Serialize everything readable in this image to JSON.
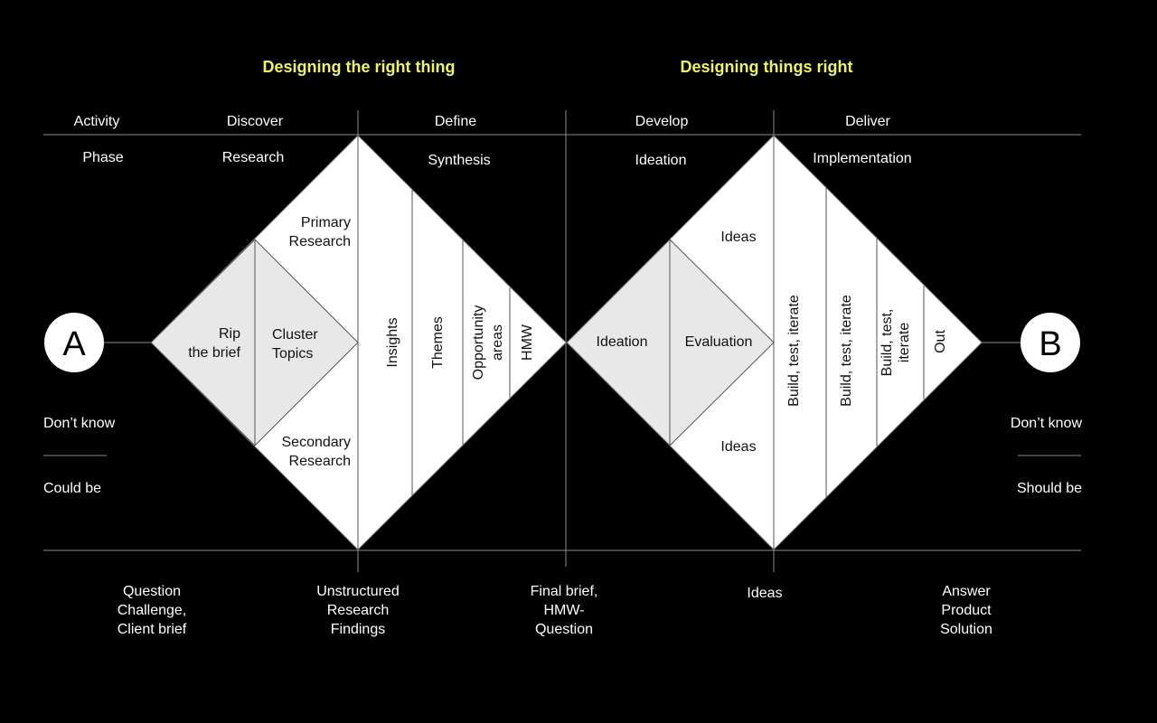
{
  "headings": {
    "left": "Designing the right thing",
    "right": "Designing things right"
  },
  "activity_row": {
    "label": "Activity",
    "discover": "Discover",
    "define": "Define",
    "develop": "Develop",
    "deliver": "Deliver"
  },
  "phase_row": {
    "label": "Phase",
    "research": "Research",
    "synthesis": "Synthesis",
    "ideation": "Ideation",
    "implementation": "Implementation"
  },
  "left_diamond": {
    "primary": [
      "Primary",
      "Research"
    ],
    "secondary": [
      "Secondary",
      "Research"
    ],
    "rip": [
      "Rip",
      "the brief"
    ],
    "cluster": [
      "Cluster",
      "Topics"
    ],
    "strips": [
      "Insights",
      "Themes",
      "Opportunity",
      "areas",
      "HMW"
    ]
  },
  "right_diamond": {
    "ideas_top": "Ideas",
    "ideas_bottom": "Ideas",
    "ideation": "Ideation",
    "evaluation": "Evaluation",
    "strips": [
      "Build, test, iterate",
      "Build, test, iterate",
      "Build, test,",
      "iterate",
      "Out"
    ]
  },
  "endpoints": {
    "start": "A",
    "end": "B"
  },
  "left_side": {
    "top": "Don’t know",
    "bottom": "Could be"
  },
  "right_side": {
    "top": "Don’t know",
    "bottom": "Should be"
  },
  "outputs": {
    "question": [
      "Question",
      "Challenge,",
      "Client brief"
    ],
    "findings": [
      "Unstructured",
      "Research",
      "Findings"
    ],
    "brief": [
      "Final brief,",
      "HMW-",
      "Question"
    ],
    "ideas": "Ideas",
    "answer": [
      "Answer",
      "Product",
      "Solution"
    ]
  },
  "colors": {
    "background": "#000000",
    "heading": "#eef36a",
    "diamond_fill": "#ffffff",
    "inner_fill": "#e8e8e8",
    "line": "#8a8a8a"
  }
}
